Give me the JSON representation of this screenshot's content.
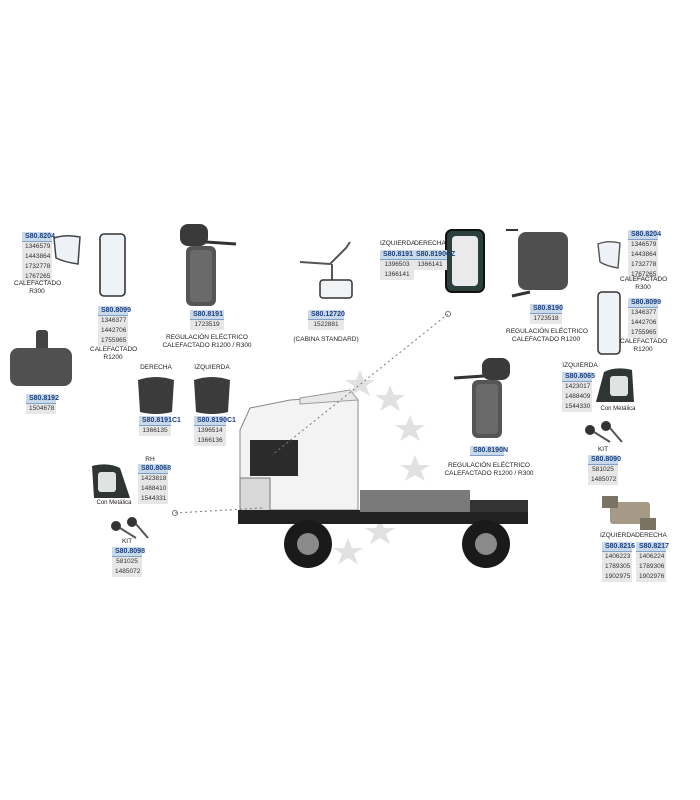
{
  "parts": [
    {
      "id": "p1",
      "code": "S80.8204",
      "numbers": [
        "1346579",
        "1443864",
        "1732778",
        "1767265"
      ],
      "label": "CALEFACTADO\nR300"
    },
    {
      "id": "p2",
      "code": "S80.8099",
      "numbers": [
        "1346377",
        "1442706",
        "1755965"
      ],
      "label": "CALEFACTADO\nR1200"
    },
    {
      "id": "p3",
      "code": "S80.8191",
      "numbers": [
        "1723519"
      ],
      "label": "REGULACIÓN ELÉCTRICO\nCALEFACTADO R1200 / R300"
    },
    {
      "id": "p4",
      "code": "S80.12720",
      "numbers": [
        "1522881"
      ],
      "label": "(CABINA STANDARD)"
    },
    {
      "id": "p5",
      "header": "IZQUIERDA",
      "code": "S80.8191CZ",
      "numbers": [
        "1396503",
        "1366141"
      ]
    },
    {
      "id": "p6",
      "header": "DERECHA",
      "code": "S80.8190CZ",
      "numbers": [
        "1366141"
      ]
    },
    {
      "id": "p7",
      "code": "S80.8190",
      "numbers": [
        "1723518"
      ],
      "label": "REGULACIÓN ELÉCTRICO\nCALEFACTADO R1200"
    },
    {
      "id": "p8",
      "code": "S80.8204",
      "numbers": [
        "1346579",
        "1443864",
        "1732778",
        "1767265"
      ],
      "label": "CALEFACTADO\nR300"
    },
    {
      "id": "p9",
      "code": "S80.8099",
      "numbers": [
        "1346377",
        "1442706",
        "1755965"
      ],
      "label": "CALEFACTADO\nR1200"
    },
    {
      "id": "p10",
      "code": "S80.8192",
      "numbers": [
        "1504678"
      ]
    },
    {
      "id": "p11",
      "header": "DERECHA",
      "code": "S80.8191C1",
      "numbers": [
        "1366135"
      ]
    },
    {
      "id": "p12",
      "header": "IZQUIERDA",
      "code": "S80.8190C1",
      "numbers": [
        "1396514",
        "1366136"
      ]
    },
    {
      "id": "p13",
      "code": "S80.8190N",
      "numbers": [],
      "label": "REGULACIÓN ELÉCTRICO\nCALEFACTADO R1200 / R300"
    },
    {
      "id": "p14",
      "header": "IZQUIERDA",
      "code": "S80.8065",
      "numbers": [
        "1423017",
        "1488409",
        "1544330"
      ],
      "note": "Con Metálica"
    },
    {
      "id": "p15",
      "header": "Kit",
      "code": "S80.8090",
      "numbers": [
        "581025",
        "1485072"
      ]
    },
    {
      "id": "p16",
      "header": "RH",
      "code": "S80.8068",
      "numbers": [
        "1423818",
        "1488410",
        "1544331"
      ],
      "note": "Con Metálica"
    },
    {
      "id": "p17",
      "header": "Kit",
      "code": "S80.8098",
      "numbers": [
        "581025",
        "1485072"
      ]
    },
    {
      "id": "p18",
      "header": "IZQUIERDA",
      "code": "S80.8216",
      "numbers": [
        "1406223",
        "1789305",
        "1902975"
      ]
    },
    {
      "id": "p19",
      "header": "DERECHA",
      "code": "S80.8217",
      "numbers": [
        "1406224",
        "1789306",
        "1902976"
      ]
    }
  ]
}
